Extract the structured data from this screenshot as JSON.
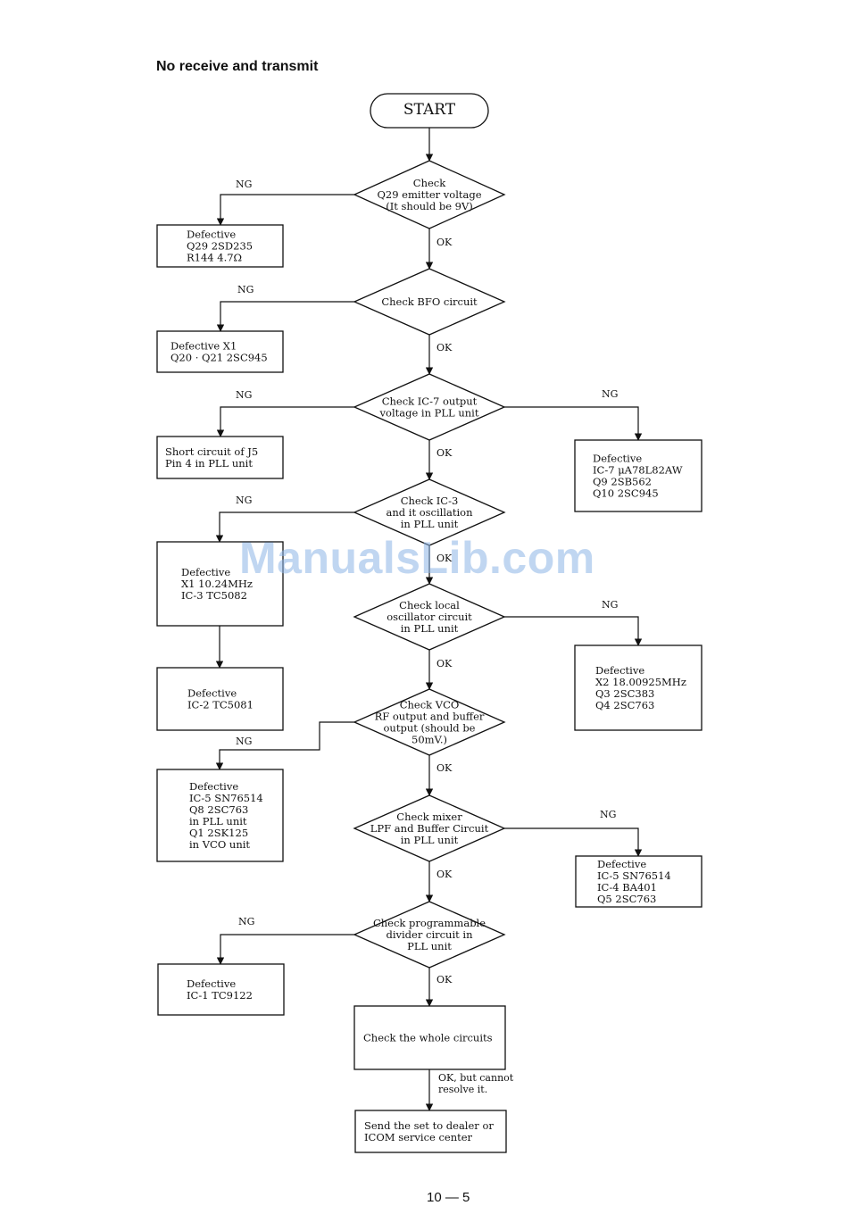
{
  "heading": "No receive and transmit",
  "page_number": "10 — 5",
  "watermark": "ManualsLib.com",
  "nodes": {
    "start": [
      "START"
    ],
    "d1": [
      "Check",
      "Q29 emitter voltage",
      "(It should be 9V)"
    ],
    "d2": [
      "Check BFO circuit"
    ],
    "d3": [
      "Check IC-7 output",
      "voltage in PLL unit"
    ],
    "d4": [
      "Check IC-3",
      "and it oscillation",
      "in PLL unit"
    ],
    "d5": [
      "Check local",
      "oscillator circuit",
      "in PLL unit"
    ],
    "d6": [
      "Check VCO",
      "RF output and buffer",
      "output (should be",
      "50mV.)"
    ],
    "d7": [
      "Check mixer",
      "LPF and Buffer Circuit",
      "in PLL unit"
    ],
    "d8": [
      "Check programmable",
      "divider circuit in",
      "PLL unit"
    ],
    "p1": [
      "Check the whole circuits"
    ],
    "p2": [
      "Send  the set to dealer or",
      "ICOM service center"
    ],
    "b1": [
      "Defective",
      "Q29 2SD235",
      "R144  4.7Ω"
    ],
    "b2": [
      "Defective X1",
      "Q20 · Q21 2SC945"
    ],
    "b3": [
      "Short  circuit  of  J5",
      "Pin 4 in PLL unit"
    ],
    "b3r": [
      "Defective",
      "IC-7 μA78L82AW",
      "Q9   2SB562",
      "Q10 2SC945"
    ],
    "b4": [
      "Defective",
      "X1 10.24MHz",
      "IC-3 TC5082"
    ],
    "b4b": [
      "Defective",
      "IC-2 TC5081"
    ],
    "b5r": [
      "Defective",
      "X2 18.00925MHz",
      "Q3 2SC383",
      "Q4 2SC763"
    ],
    "b6": [
      "Defective",
      "IC-5 SN76514",
      "Q8 2SC763",
      "in PLL unit",
      "Q1 2SK125",
      "in VCO unit"
    ],
    "b7r": [
      "Defective",
      "IC-5 SN76514",
      "IC-4 BA401",
      "Q5 2SC763"
    ],
    "b8": [
      "Defective",
      "IC-1 TC9122"
    ]
  },
  "labels": {
    "ng": "NG",
    "ok": "OK",
    "ok_cannot": [
      "OK, but cannot",
      "resolve it."
    ]
  }
}
